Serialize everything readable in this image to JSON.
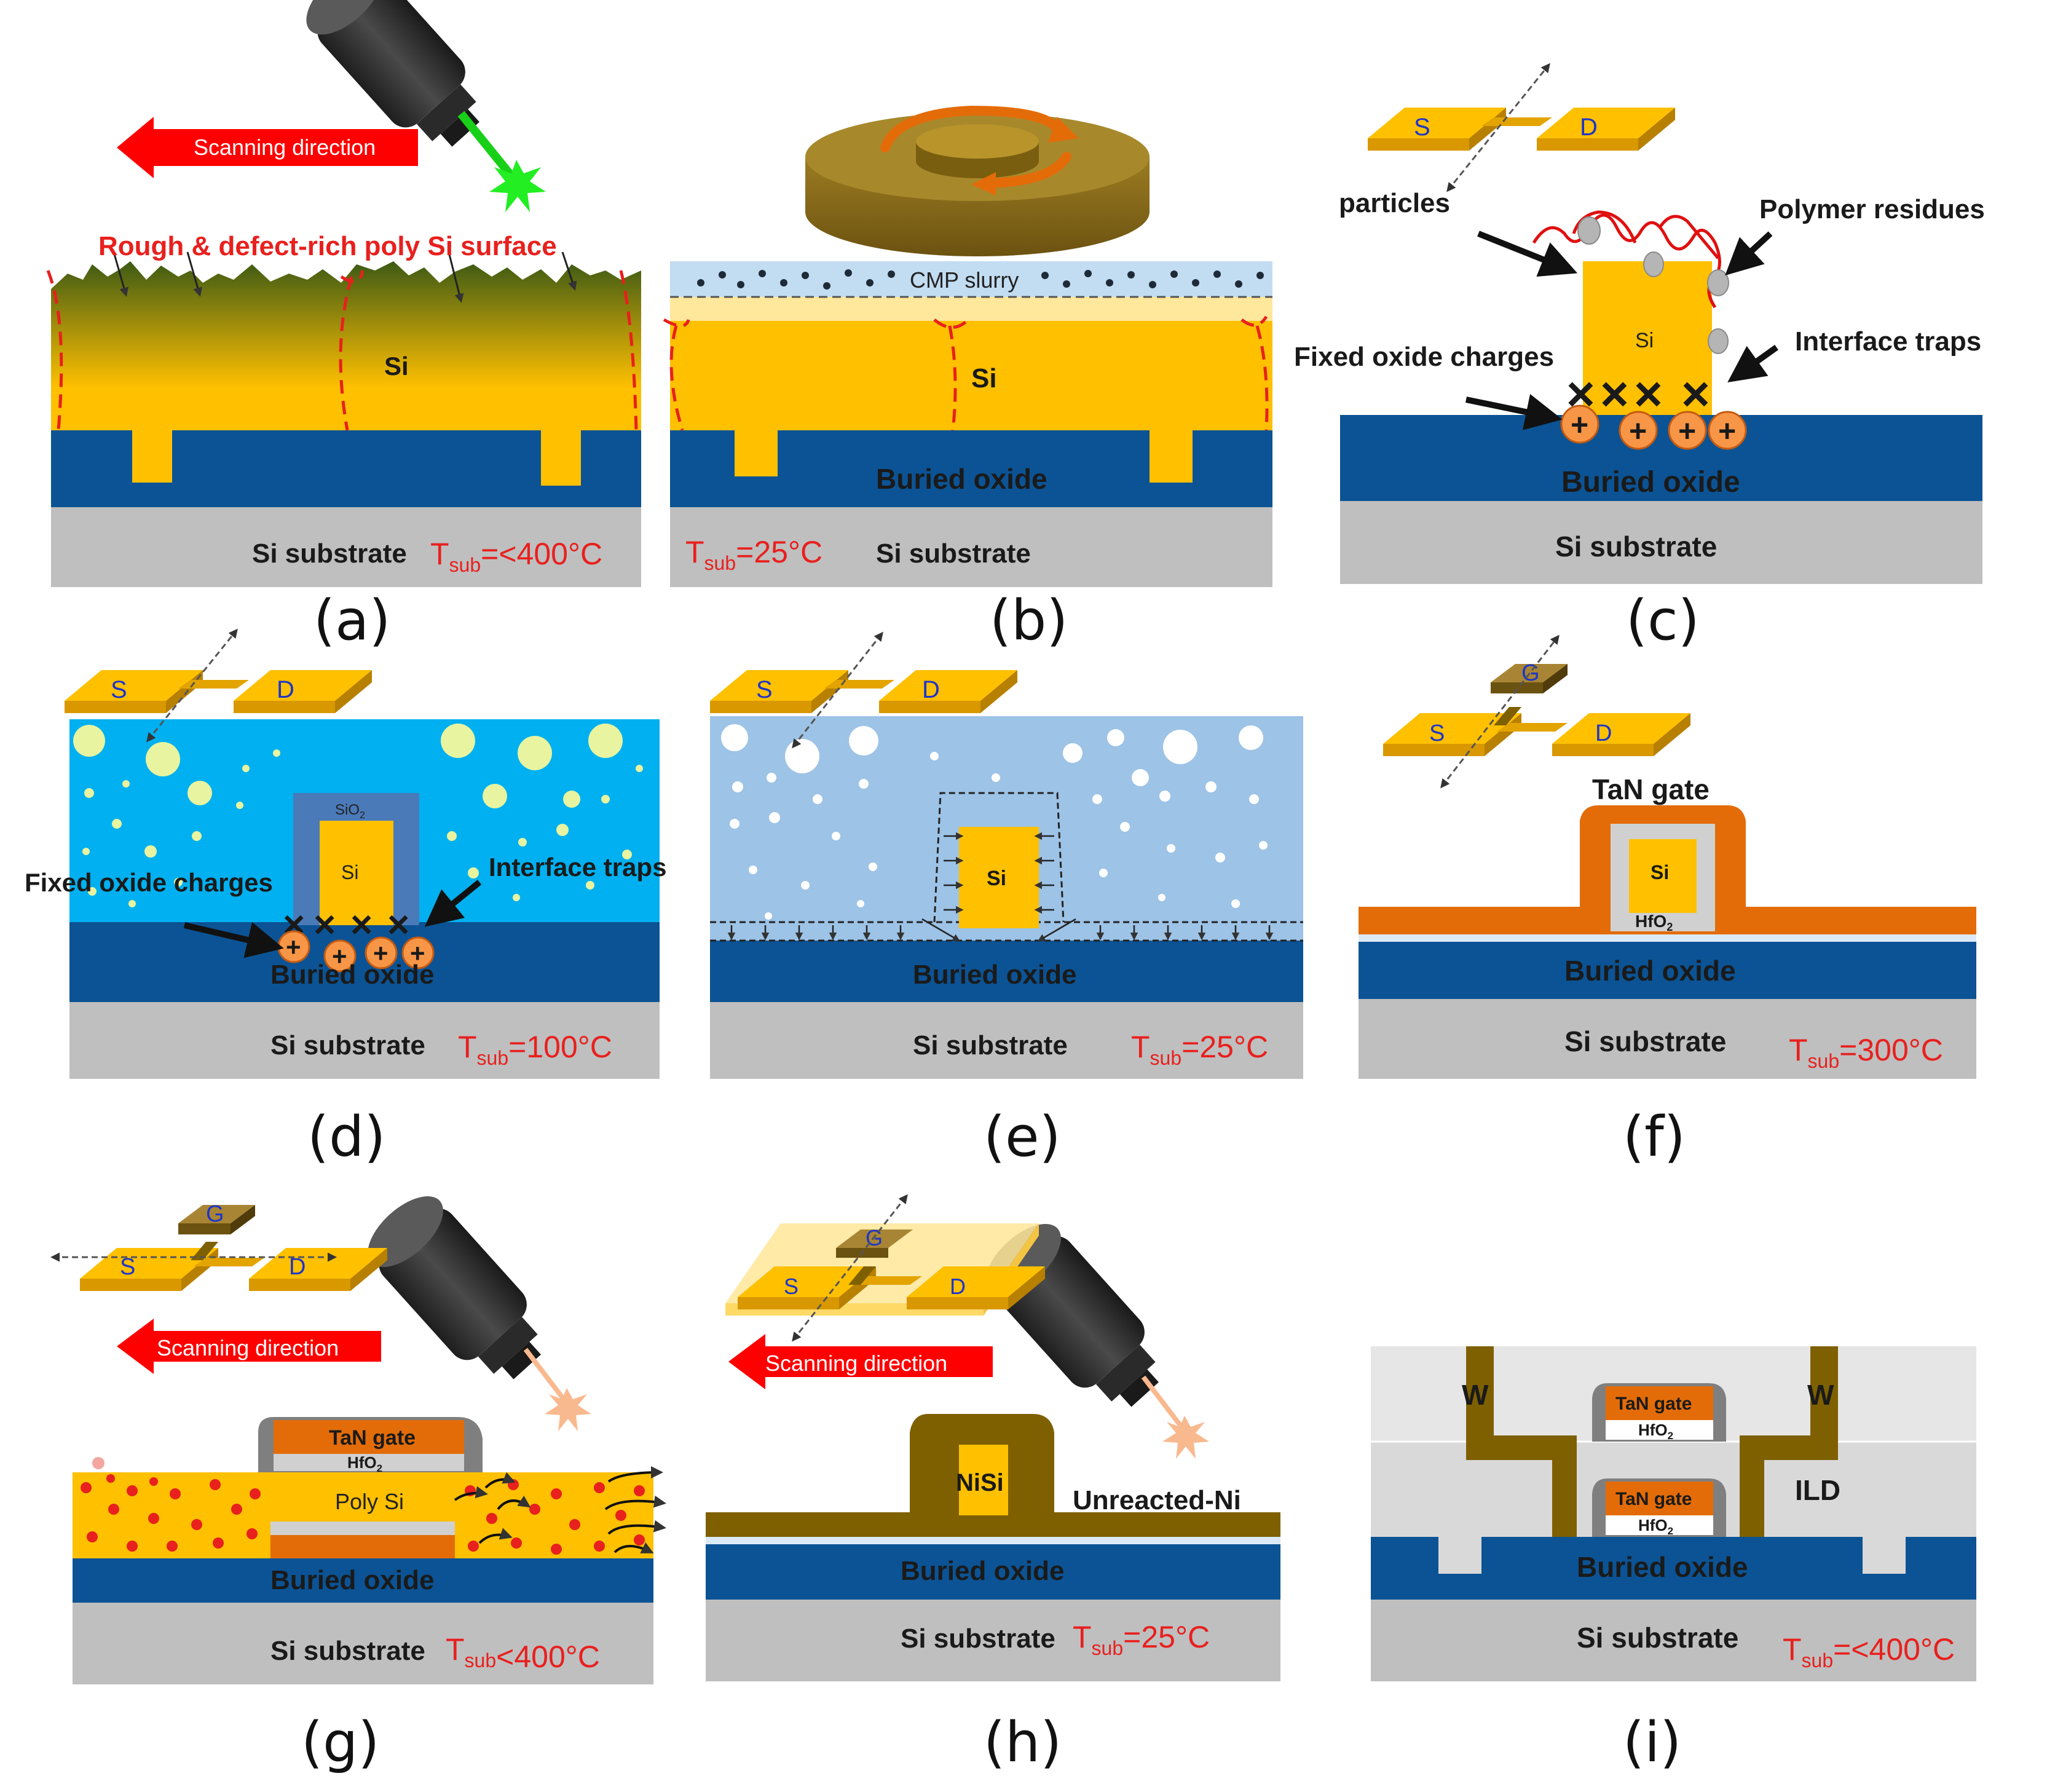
{
  "temperature_label": {
    "T": "T",
    "sub": "sub"
  },
  "panels": {
    "a": {
      "caption": "(a)",
      "scan_label": "Scanning direction",
      "surface_label": "Rough & defect-rich poly Si surface",
      "si": "Si",
      "substrate": "Si substrate",
      "temp_prefix": "=",
      "temp_value": "<400°C"
    },
    "b": {
      "caption": "(b)",
      "slurry": "CMP slurry",
      "si": "Si",
      "buried_oxide": "Buried oxide",
      "substrate": "Si substrate",
      "temp_prefix": "=",
      "temp_value": "25°C"
    },
    "c": {
      "caption": "(c)",
      "s": "S",
      "d": "D",
      "particles": "particles",
      "polymer": "Polymer residues",
      "si": "Si",
      "fixed_charges": "Fixed oxide charges",
      "interface_traps": "Interface traps",
      "buried_oxide": "Buried oxide",
      "substrate": "Si substrate",
      "plus": "+",
      "cross": "×"
    },
    "d": {
      "caption": "(d)",
      "s": "S",
      "d": "D",
      "sio2": "SiO",
      "sio2_sub": "2",
      "si": "Si",
      "fixed_charges": "Fixed oxide charges",
      "interface_traps": "Interface traps",
      "buried_oxide": "Buried oxide",
      "substrate": "Si substrate",
      "temp_prefix": "=",
      "temp_value": "100°C"
    },
    "e": {
      "caption": "(e)",
      "s": "S",
      "d": "D",
      "si": "Si",
      "buried_oxide": "Buried oxide",
      "substrate": "Si substrate",
      "temp_prefix": "=",
      "temp_value": "25°C"
    },
    "f": {
      "caption": "(f)",
      "s": "S",
      "d": "D",
      "g": "G",
      "gate": "TaN gate",
      "si": "Si",
      "hfo2": "HfO",
      "hfo2_sub": "2",
      "buried_oxide": "Buried oxide",
      "substrate": "Si substrate",
      "temp_prefix": "=",
      "temp_value": "300°C"
    },
    "g": {
      "caption": "(g)",
      "s": "S",
      "d": "D",
      "g": "G",
      "scan_label": "Scanning direction",
      "gate": "TaN gate",
      "hfo2": "HfO",
      "hfo2_sub": "2",
      "poly": "Poly Si",
      "buried_oxide": "Buried oxide",
      "substrate": "Si substrate",
      "temp_prefix": "",
      "temp_value": "<400°C"
    },
    "h": {
      "caption": "(h)",
      "s": "S",
      "d": "D",
      "g": "G",
      "scan_label": "Scanning direction",
      "nisi": "NiSi",
      "unreacted": "Unreacted-Ni",
      "buried_oxide": "Buried oxide",
      "substrate": "Si substrate",
      "temp_prefix": "=",
      "temp_value": "25°C"
    },
    "i": {
      "caption": "(i)",
      "w": "W",
      "gate": "TaN gate",
      "hfo2": "HfO",
      "hfo2_sub": "2",
      "ild": "ILD",
      "buried_oxide": "Buried oxide",
      "substrate": "Si substrate",
      "temp_prefix": "=",
      "temp_value": "<400°C"
    }
  },
  "colors": {
    "si": "#ffc000",
    "buried_oxide": "#0b5394",
    "substrate": "#bfbfbf",
    "annotation_red": "#e8201e",
    "gate_orange": "#e36c09",
    "ni_brown": "#7f6000",
    "oxide_light": "#9dc3e6",
    "oxide_blue": "#00b0f0"
  }
}
